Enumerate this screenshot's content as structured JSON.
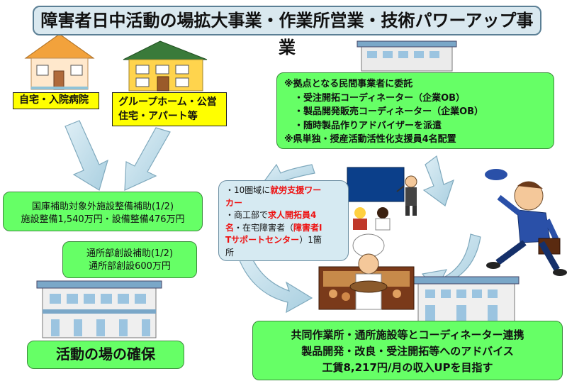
{
  "title": "障害者日中活動の場拡大事業・作業所営業・技術パワーアップ事業",
  "home_label": "自宅・入院病院",
  "group_home_label": [
    "グループホーム・公営",
    "住宅・アパート等"
  ],
  "facility_subsidy": [
    "国庫補助対象外施設整備補助(1/2)",
    "施設整備1,540万円・設備整備476万円"
  ],
  "daycare_subsidy": [
    "通所部創設補助(1/2)",
    "通所部創設600万円"
  ],
  "activity_place": "活動の場の確保",
  "consign": {
    "lines": [
      "※拠点となる民間事業者に委託",
      "・受注開拓コーディネーター（企業OB）",
      "・製品開発販売コーディネーター（企業OB）",
      "・随時製品作りアドバイザーを派遣",
      "※県単独・授産活動活性化支援員4名配置"
    ]
  },
  "support": {
    "l1a": "・10圏域に",
    "l1b": "就労支援ワー",
    "l2": "カー",
    "l3a": "・商工部で",
    "l3b": "求人開拓員4",
    "l4a": "名",
    "l4b": "・在宅障害者（",
    "l4c": "障害者I",
    "l5a": "Tサポートセンター",
    "l5b": "）1箇",
    "l6": "所"
  },
  "goal": [
    "共同作業所・通所施設等とコーディネーター連携",
    "製品開発・改良・受注開拓等へのアドバイス",
    "工賃8,217円/月の収入UPを目指す"
  ],
  "colors": {
    "green": "#66ff66",
    "yellow": "#ffff00",
    "arrow": "#b4d7e6",
    "title_bg": "#d9e8ef",
    "red": "#ee1111"
  }
}
